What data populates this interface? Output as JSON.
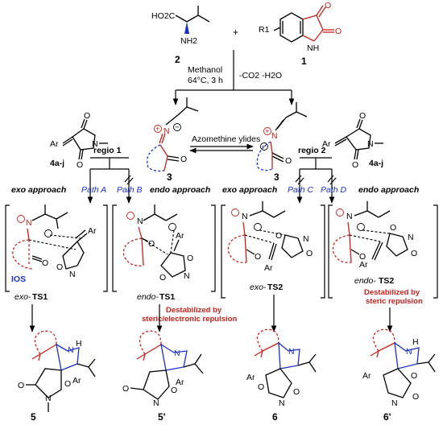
{
  "reagents": {
    "compound2_label": "2",
    "compound1_label": "1",
    "plus": "+",
    "co2h": "HO2C",
    "nh2": "NH2",
    "r1": "R1",
    "nh": "NH",
    "o": "O"
  },
  "conditions": {
    "solvent": "Methanol",
    "temp_time": "64°C, 3 h",
    "byproducts": "-CO2 -H2O"
  },
  "ylide": {
    "title": "Azomethine ylides",
    "label_left": "3",
    "label_right": "3",
    "n": "N",
    "o": "O",
    "plus": "+",
    "minus": "−"
  },
  "dipolarophile": {
    "left_label": "4a-j",
    "right_label": "4a-j",
    "ar": "Ar",
    "n": "N",
    "o": "O"
  },
  "regio": {
    "left": "regio 1",
    "right": "regio 2"
  },
  "paths": {
    "a": "Path A",
    "b": "Path B",
    "c": "Path C",
    "d": "Path D"
  },
  "approaches": {
    "exo1": "exo approach",
    "endo1": "endo approach",
    "exo2": "exo approach",
    "endo2": "endo approach"
  },
  "transition_states": {
    "ts1_exo_prefix": "exo-",
    "ts1_exo": "TS1",
    "ts1_endo_prefix": "endo-",
    "ts1_endo": "TS1",
    "ts2_exo_prefix": "exo-",
    "ts2_exo": "TS2",
    "ts2_endo_prefix": "endo-",
    "ts2_endo": "TS2",
    "ios": "IOS"
  },
  "notes": {
    "middle_line1": "Destabilized by",
    "middle_line2": "steric/electronic repulsion",
    "right_line1": "Destabilized by",
    "right_line2": "steric repulsion"
  },
  "products": {
    "p5": "5",
    "p5prime": "5'",
    "p6": "6",
    "p6prime": "6'",
    "nh": "H",
    "n": "N",
    "ar": "Ar",
    "o": "O"
  }
}
